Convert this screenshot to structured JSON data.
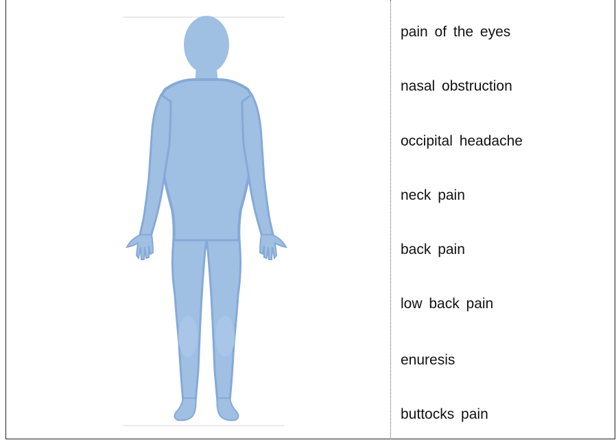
{
  "symptoms": [
    {
      "label": "pain of the eyes"
    },
    {
      "label": "nasal obstruction"
    },
    {
      "label": "occipital headache"
    },
    {
      "label": "neck pain"
    },
    {
      "label": "back pain"
    },
    {
      "label": "low back pain"
    },
    {
      "label": "enuresis"
    },
    {
      "label": "buttocks pain"
    }
  ],
  "colors": {
    "body_fill": "#9fbfe3",
    "body_shade": "#86a9d6",
    "border": "#222222"
  }
}
